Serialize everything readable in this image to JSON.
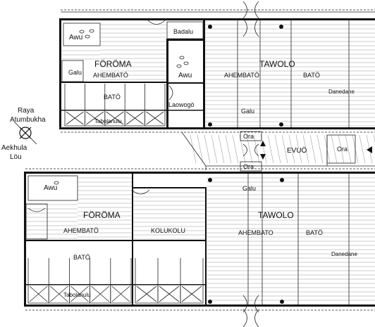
{
  "labels": {
    "awu": "Awu",
    "badalu": "Badalu",
    "foroma": "FÖRÖMA",
    "ahembato": "AHEMBATÖ",
    "ahembato_plain": "AHEMBATO",
    "tawolo": "TAWOLO",
    "bato": "BATÖ",
    "galu": "Galu",
    "danedane": "Danedane",
    "laowogo": "Laowogö",
    "tabolanulu": "Tabolanulu",
    "ora": "Ora",
    "evuo": "EVUÖ",
    "kolukolu": "KOLUKOLU",
    "raya": "Raya",
    "atumbukha": "Atumbukha",
    "aekhula": "Aekhula",
    "lou": "Löu"
  },
  "colors": {
    "wall": "#111111",
    "floor_lines": "#9a9a9a",
    "background": "#ffffff"
  },
  "icons": [
    "compass-icon",
    "entrance-arrow-icon",
    "door-swing-icon",
    "column-dot-icon"
  ]
}
